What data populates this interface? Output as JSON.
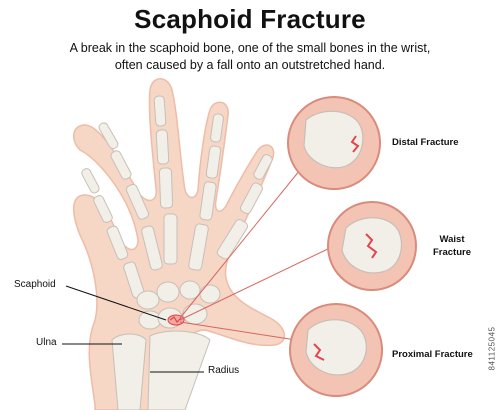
{
  "header": {
    "title": "Scaphoid Fracture",
    "subtitle_line1": "A break in the scaphoid bone, one of the small bones in the wrist,",
    "subtitle_line2": "often caused by a fall onto an outstretched hand."
  },
  "labels": {
    "scaphoid": "Scaphoid",
    "ulna": "Ulna",
    "radius": "Radius"
  },
  "insets": [
    {
      "name": "Distal Fracture",
      "lines": [
        "Distal Fracture"
      ]
    },
    {
      "name": "Waist Fracture",
      "lines": [
        "Waist",
        "Fracture"
      ]
    },
    {
      "name": "Proximal Fracture",
      "lines": [
        "Proximal Fracture"
      ]
    }
  ],
  "watermark": "841125045",
  "colors": {
    "skin": "#f6d6c5",
    "bone": "#f2efe9",
    "bone_outline": "#c7bfb6",
    "fracture": "#e2454b",
    "inset_bg": "#f3c3b4",
    "inset_ring": "#d98b7c",
    "pointer_line": "#d9655f"
  }
}
